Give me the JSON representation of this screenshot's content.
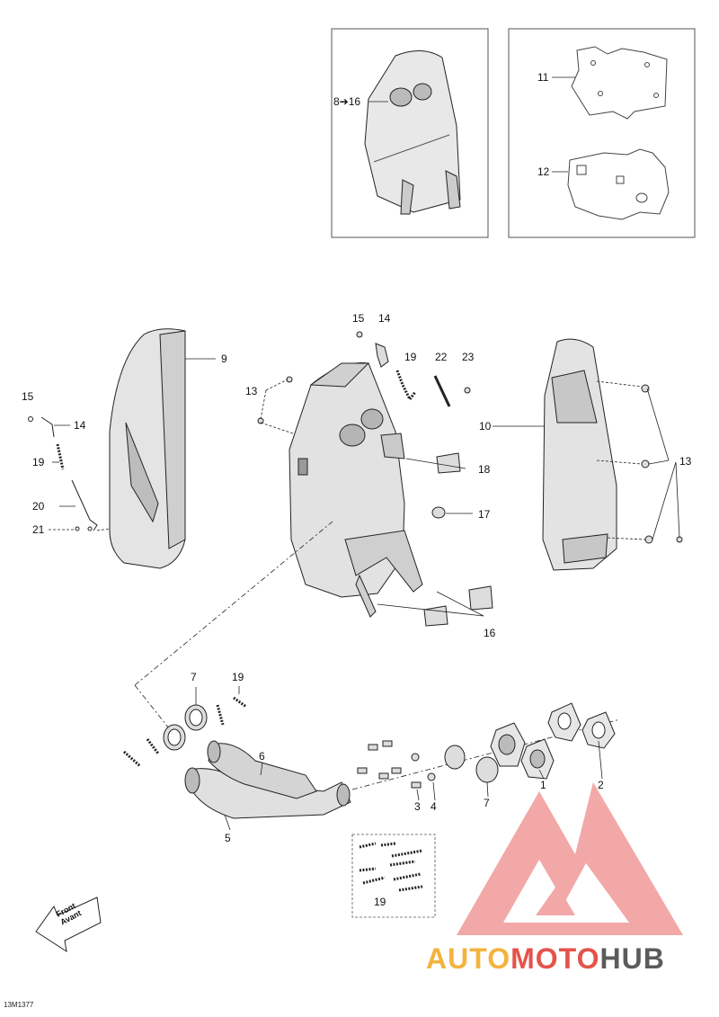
{
  "figure_code": "13M1377",
  "watermark": {
    "part1": "AUTO",
    "part2": "MOTO",
    "part3": "HUB",
    "colors": {
      "yellow": "#f4b33d",
      "red": "#e5534b",
      "gray": "#5b5b5b"
    }
  },
  "direction_arrow": {
    "line1": "Front",
    "line2": "Avant"
  },
  "inset_labels": {
    "range": "8➔16",
    "gasket_11": "11",
    "gasket_12": "12"
  },
  "callouts": {
    "c1": "1",
    "c2": "2",
    "c3": "3",
    "c4": "4",
    "c5": "5",
    "c6": "6",
    "c7a": "7",
    "c7b": "7",
    "c9": "9",
    "c10": "10",
    "c13a": "13",
    "c13b": "13",
    "c14a": "14",
    "c14b": "14",
    "c15a": "15",
    "c15b": "15",
    "c16": "16",
    "c17": "17",
    "c18": "18",
    "c19a": "19",
    "c19b": "19",
    "c19c": "19",
    "c19d": "19",
    "c20": "20",
    "c21": "21",
    "c22": "22",
    "c23": "23"
  }
}
